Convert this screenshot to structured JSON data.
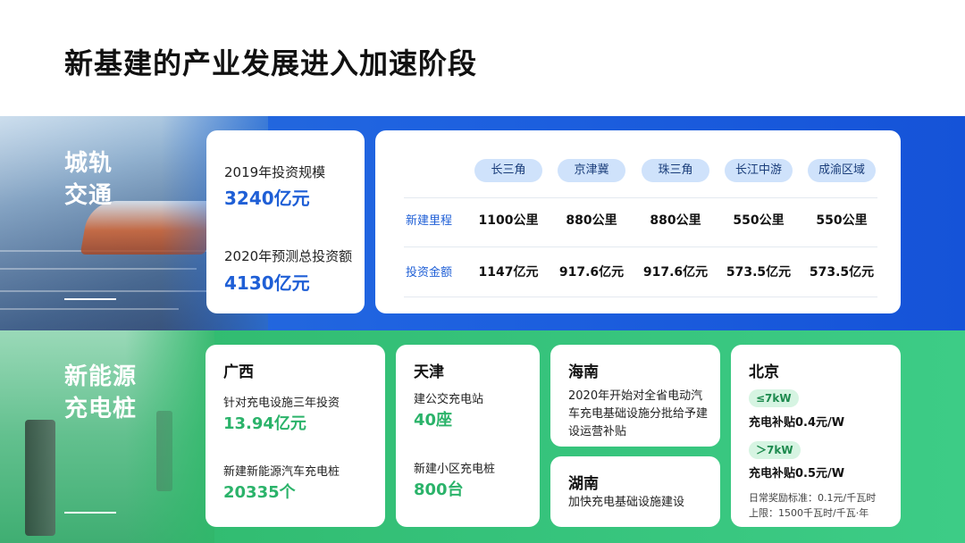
{
  "title": "新基建的产业发展进入加速阶段",
  "metro": {
    "label_line1": "城轨",
    "label_line2": "交通",
    "stat1_label": "2019年投资规模",
    "stat1_value": "3240亿元",
    "stat2_label": "2020年预测总投资额",
    "stat2_value": "4130亿元",
    "regions": [
      "长三角",
      "京津冀",
      "珠三角",
      "长江中游",
      "成渝区域"
    ],
    "rows": [
      {
        "label": "新建里程",
        "values": [
          "1100公里",
          "880公里",
          "880公里",
          "550公里",
          "550公里"
        ]
      },
      {
        "label": "投资金额",
        "values": [
          "1147亿元",
          "917.6亿元",
          "917.6亿元",
          "573.5亿元",
          "573.5亿元"
        ]
      }
    ]
  },
  "ev": {
    "label_line1": "新能源",
    "label_line2": "充电桩",
    "guangxi": {
      "title": "广西",
      "label1": "针对充电设施三年投资",
      "value1": "13.94亿元",
      "label2": "新建新能源汽车充电桩",
      "value2": "20335个"
    },
    "tianjin": {
      "title": "天津",
      "label1": "建公交充电站",
      "value1": "40座",
      "label2": "新建小区充电桩",
      "value2": "800台"
    },
    "hainan": {
      "title": "海南",
      "text": "2020年开始对全省电动汽车充电基础设施分批给予建设运营补贴"
    },
    "hunan": {
      "title": "湖南",
      "text": "加快充电基础设施建设"
    },
    "beijing": {
      "title": "北京",
      "badge1": "≤7kW",
      "subsidy1": "充电补贴0.4元/W",
      "badge2": "＞7kW",
      "subsidy2": "充电补贴0.5元/W",
      "note1": "日常奖励标准：0.1元/千瓦时",
      "note2": "上限：1500千瓦时/千瓦·年"
    }
  },
  "colors": {
    "blue_accent": "#1f5fd6",
    "green_accent": "#2bb36a",
    "pill_bg": "#cfe2fb"
  }
}
